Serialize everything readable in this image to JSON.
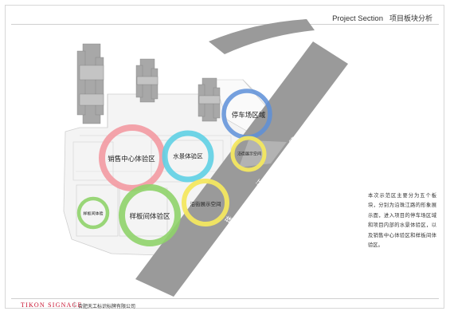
{
  "header": {
    "title_en": "Project Section",
    "title_cn": "项目板块分析"
  },
  "zones": [
    {
      "id": "parking",
      "label": "停车场区域",
      "color": "#5d8fd8"
    },
    {
      "id": "sales",
      "label": "销售中心体验区",
      "color": "#ef6f7a"
    },
    {
      "id": "water",
      "label": "水景体验区",
      "color": "#3bc3dc"
    },
    {
      "id": "river-display-upper",
      "label": "沿街展示空间",
      "color": "#f2e34c"
    },
    {
      "id": "river-display-lower",
      "label": "沿街展示空间",
      "color": "#f2e34c"
    },
    {
      "id": "showroom",
      "label": "样板间体验区",
      "color": "#6cc84a"
    },
    {
      "id": "showroom-small",
      "label": "样板间体验",
      "color": "#6cc84a"
    }
  ],
  "road_label": [
    "珠",
    "江",
    "路"
  ],
  "description": "本次示范区主要分为五个板块，分别为沿珠江路的形象展示面，进入项目的停车场区域和项目内部的水景体验区，以及销售中心体验区和样板间体验区。",
  "footer": {
    "brand": "TIKON SIGNAGE",
    "separator": "|",
    "company": "合肥天工标识标牌有限公司"
  }
}
